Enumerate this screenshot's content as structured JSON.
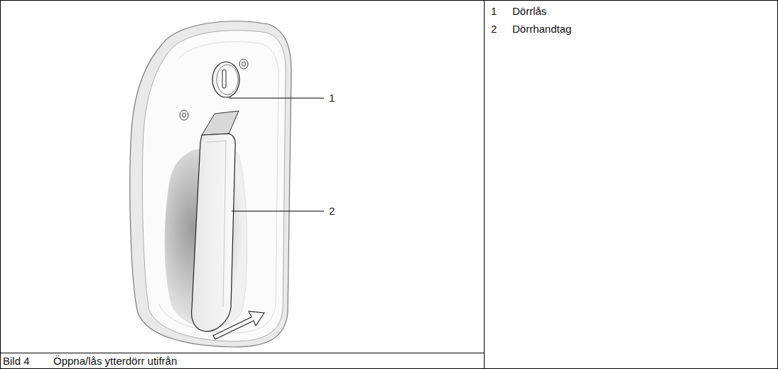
{
  "diagram": {
    "caption": "Öppna/lås ytterdörr utifrån",
    "labels": [
      "1",
      "2",
      "1",
      "Dörrlås",
      "2",
      "Dörrhandtag",
      "Bild 4"
    ]
  }
}
